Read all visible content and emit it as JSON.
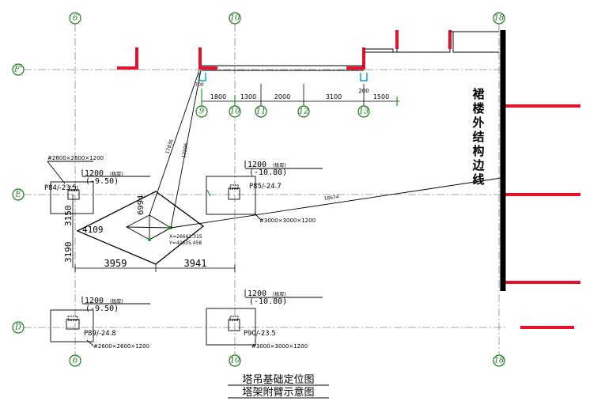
{
  "axes": {
    "vertical": [
      {
        "label": "6"
      },
      {
        "label": "10"
      },
      {
        "label": "18"
      }
    ],
    "horizontal": [
      {
        "label": "F'"
      },
      {
        "label": "E"
      },
      {
        "label": "D"
      }
    ],
    "sub": [
      {
        "label": "9"
      },
      {
        "label": "10"
      },
      {
        "label": "11"
      },
      {
        "label": "12"
      },
      {
        "label": "13"
      }
    ]
  },
  "top_dims": [
    "1800",
    "1300",
    "2000",
    "3100",
    "1500"
  ],
  "top_small": [
    "700",
    "200"
  ],
  "side_text": [
    "裙",
    "楼",
    "外",
    "结",
    "构",
    "边",
    "线"
  ],
  "piles": {
    "p84": {
      "label": "P84/-23.5",
      "cap": "1200",
      "cap_note": "(板厚)",
      "elev": "(-9.50)",
      "size": "#2600×2600×1200"
    },
    "p85": {
      "label": "P85/-24.7",
      "cap": "1200",
      "cap_note": "(板厚)",
      "elev": "(-10.80)",
      "size": "#3000×3000×1200"
    },
    "p89": {
      "label": "P89/-24.8",
      "cap": "1200",
      "cap_note": "(板厚)",
      "elev": "(-9.50)",
      "size": "#2600×2600×1200"
    },
    "p90": {
      "label": "P90/-23.5",
      "cap": "1200",
      "cap_note": "(板厚)",
      "elev": "(-10.80)",
      "size": "#3000×3000×1200"
    }
  },
  "crane": {
    "dims_bottom": [
      "3959",
      "3941"
    ],
    "dim_left": "3190",
    "dim_left2": "3150",
    "dim_side": "4109",
    "diag": "6994",
    "arm1": "17836",
    "arm2": "13596",
    "arm3": "18674",
    "coord_x": "X=26662.315",
    "coord_y": "Y=42635.458"
  },
  "caption": {
    "line1": "塔吊基础定位图",
    "line2": "塔架附臂示意图"
  }
}
